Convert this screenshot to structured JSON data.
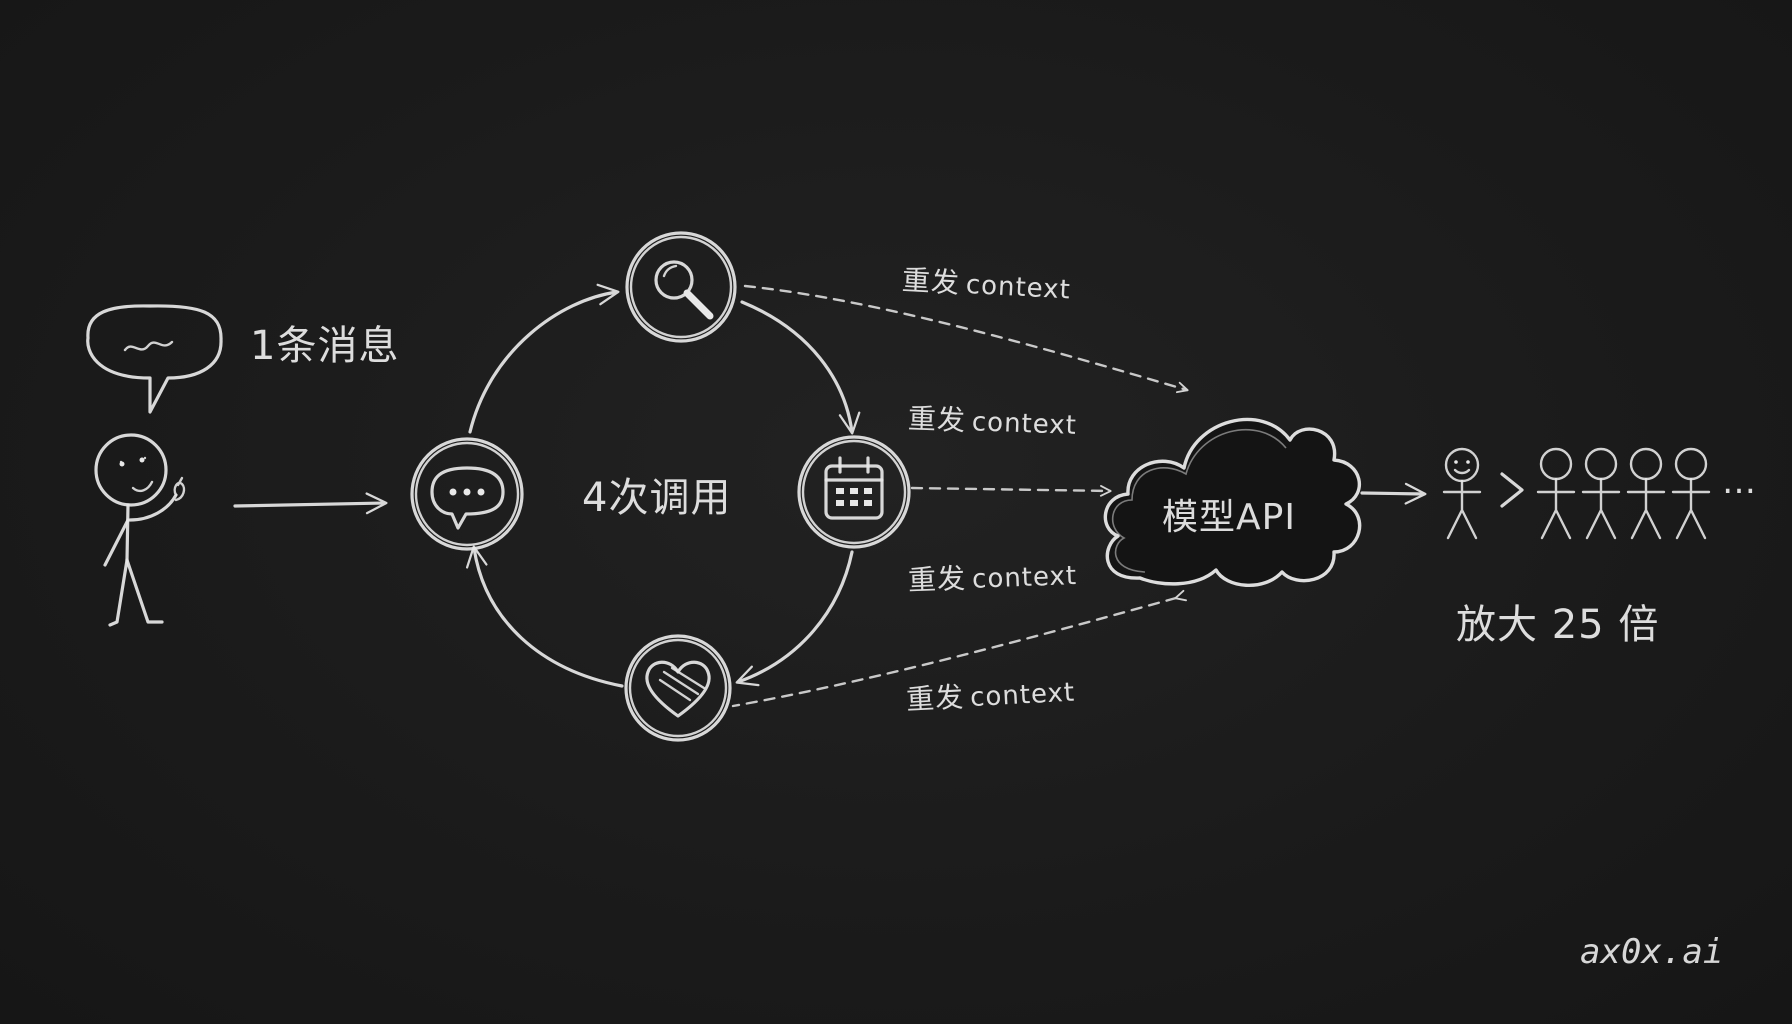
{
  "labels": {
    "message": "1条消息",
    "calls": "4次调用",
    "api": "模型API",
    "amplify": "放大 25 倍",
    "ellipsis": "…",
    "brand": "ax0x.ai"
  },
  "resend": [
    {
      "zh": "重发",
      "en": "context"
    },
    {
      "zh": "重发",
      "en": "context"
    },
    {
      "zh": "重发",
      "en": "context"
    },
    {
      "zh": "重发",
      "en": "context"
    }
  ],
  "icons": {
    "user": "stick-figure-icon",
    "speech": "speech-bubble-icon",
    "chat": "chat-bubble-icon",
    "search": "magnifier-icon",
    "calendar": "calendar-icon",
    "heart": "heart-icon",
    "cloud": "cloud-icon",
    "crowd": "stick-figure-crowd-icon"
  },
  "colors": {
    "background": "#1b1b1b",
    "chalk": "#e8e8e8"
  }
}
